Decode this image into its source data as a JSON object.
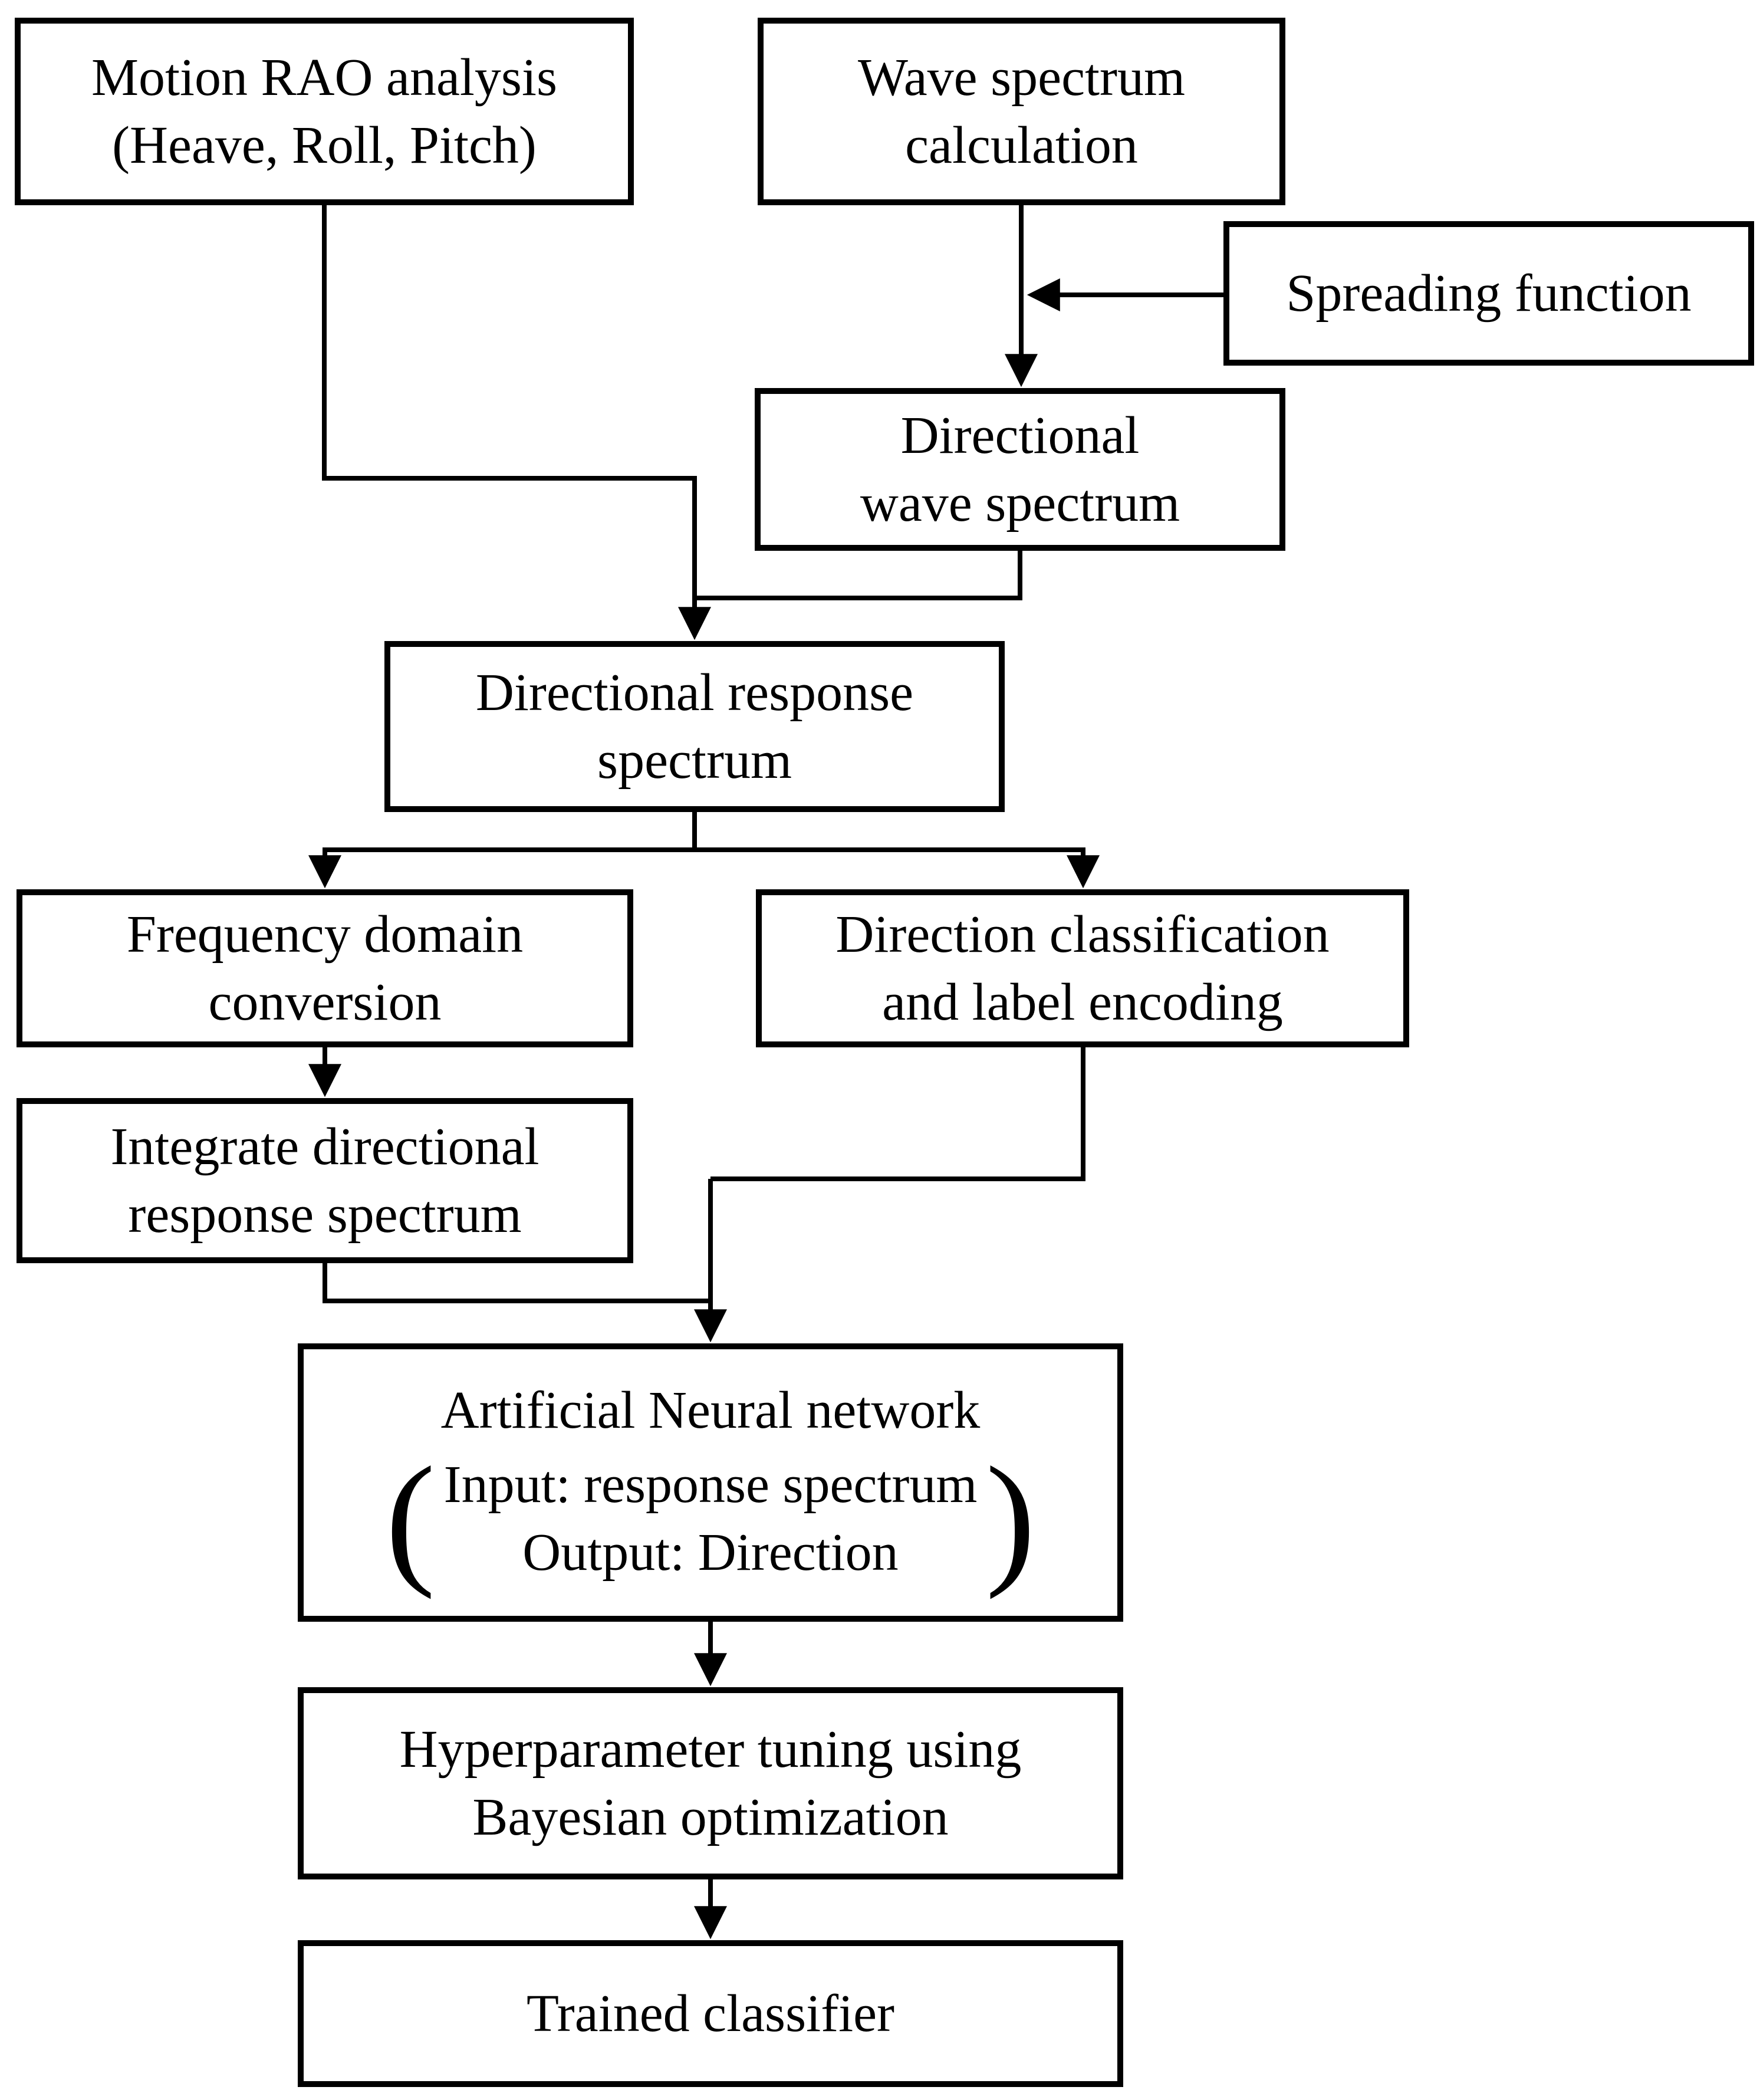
{
  "figure": {
    "type": "flowchart",
    "background_color": "#ffffff",
    "line_color": "#000000",
    "box_fill_color": "#ffffff"
  },
  "nodes": {
    "motion_rao": {
      "lines": [
        "Motion RAO analysis",
        "(Heave, Roll, Pitch)"
      ]
    },
    "wave_spectrum": {
      "lines": [
        "Wave spectrum",
        "calculation"
      ]
    },
    "spreading": {
      "lines": [
        "Spreading function"
      ]
    },
    "dir_wave": {
      "lines": [
        "Directional",
        "wave spectrum"
      ]
    },
    "dir_response": {
      "lines": [
        "Directional response",
        "spectrum"
      ]
    },
    "freq_domain": {
      "lines": [
        "Frequency domain",
        "conversion"
      ]
    },
    "dir_class": {
      "lines": [
        "Direction classification",
        "and label encoding"
      ]
    },
    "integrate": {
      "lines": [
        "Integrate directional",
        "response spectrum"
      ]
    },
    "ann": {
      "title": "Artificial Neural network",
      "paren_open": "(",
      "paren_close": ")",
      "inner": [
        "Input: response spectrum",
        "Output: Direction"
      ]
    },
    "hyper": {
      "lines": [
        "Hyperparameter tuning using",
        "Bayesian optimization"
      ]
    },
    "trained": {
      "lines": [
        "Trained classifier"
      ]
    }
  },
  "edges": [
    {
      "from": "motion_rao",
      "to": "dir_response"
    },
    {
      "from": "wave_spectrum",
      "to": "dir_wave"
    },
    {
      "from": "spreading",
      "to": "wave_spectrum_to_dir_wave_line"
    },
    {
      "from": "dir_wave",
      "to": "dir_response"
    },
    {
      "from": "dir_response",
      "to": "freq_domain"
    },
    {
      "from": "dir_response",
      "to": "dir_class"
    },
    {
      "from": "freq_domain",
      "to": "integrate"
    },
    {
      "from": "integrate",
      "to": "ann"
    },
    {
      "from": "dir_class",
      "to": "ann"
    },
    {
      "from": "ann",
      "to": "hyper"
    },
    {
      "from": "hyper",
      "to": "trained"
    }
  ]
}
